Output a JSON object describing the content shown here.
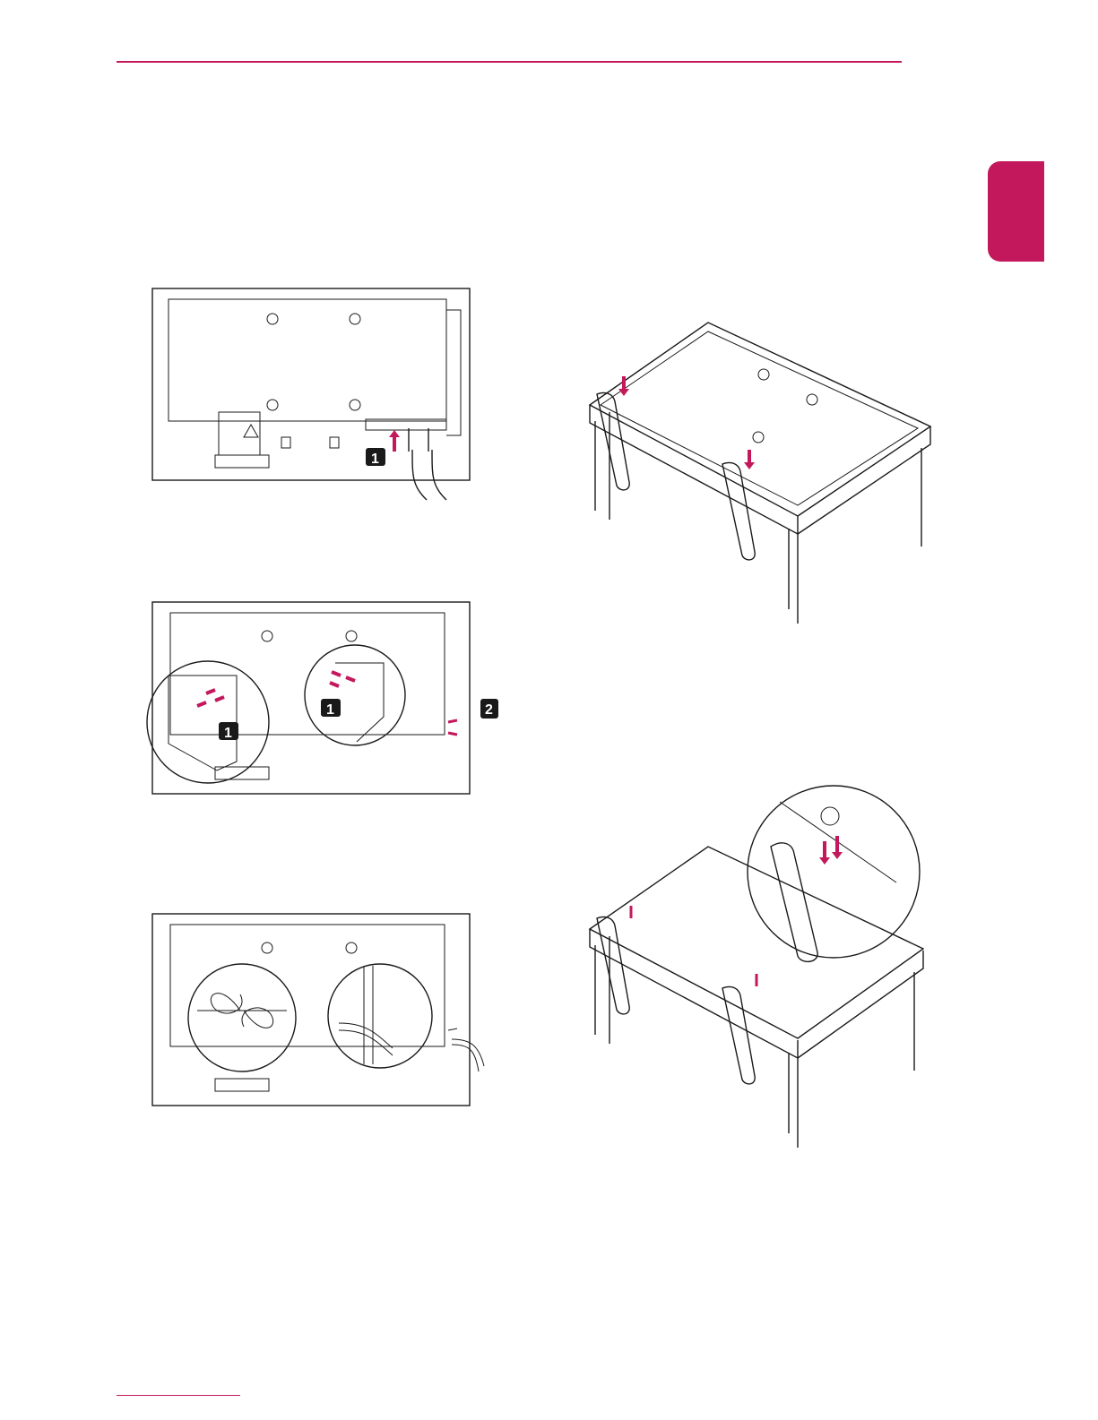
{
  "colors": {
    "accent": "#c4185c",
    "line": "#1a1a1a"
  },
  "figures": [
    {
      "id": "fig-remove-cables",
      "badges": [
        "1"
      ]
    },
    {
      "id": "fig-attach-brackets",
      "badges": [
        "1",
        "1",
        "2"
      ]
    },
    {
      "id": "fig-tie-cables",
      "badges": []
    },
    {
      "id": "fig-insert-stands",
      "badges": []
    },
    {
      "id": "fig-fasten-stands",
      "badges": []
    }
  ]
}
